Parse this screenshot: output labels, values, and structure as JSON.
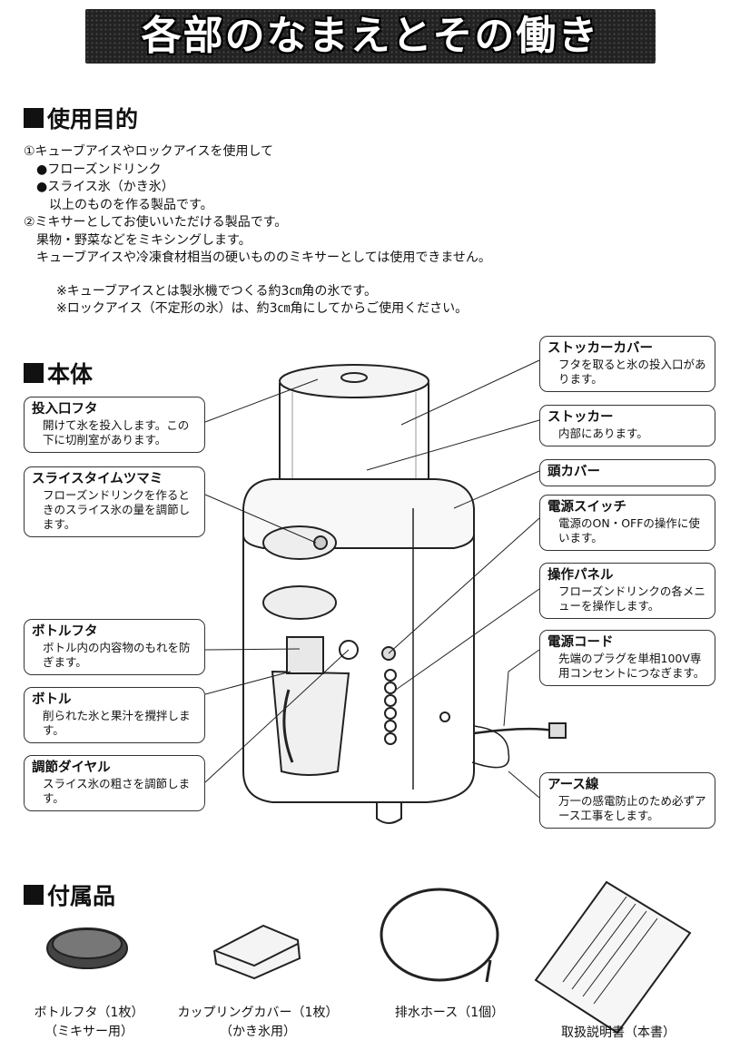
{
  "banner": {
    "title": "各部のなまえとその働き"
  },
  "purpose": {
    "heading": "使用目的",
    "lines": [
      "①キューブアイスやロックアイスを使用して",
      "●フローズンドリンク",
      "●スライス氷（かき氷）",
      "以上のものを作る製品です。",
      "②ミキサーとしてお使いいただける製品です。",
      "果物・野菜などをミキシングします。",
      "キューブアイスや冷凍食材相当の硬いもののミキサーとしては使用できません。",
      "※キューブアイスとは製氷機でつくる約3㎝角の氷です。",
      "※ロックアイス（不定形の氷）は、約3㎝角にしてからご使用ください。"
    ]
  },
  "body_section": {
    "heading": "本体",
    "left": [
      {
        "title": "投入口フタ",
        "desc": "開けて氷を投入します。この下に切削室があります。"
      },
      {
        "title": "スライスタイムツマミ",
        "desc": "フローズンドリンクを作るときのスライス氷の量を調節します。"
      },
      {
        "title": "ボトルフタ",
        "desc": "ボトル内の内容物のもれを防ぎます。"
      },
      {
        "title": "ボトル",
        "desc": "削られた氷と果汁を攪拌します。"
      },
      {
        "title": "調節ダイヤル",
        "desc": "スライス氷の粗さを調節します。"
      }
    ],
    "right": [
      {
        "title": "ストッカーカバー",
        "desc": "フタを取ると氷の投入口があります。"
      },
      {
        "title": "ストッカー",
        "desc": "内部にあります。"
      },
      {
        "title": "頭カバー",
        "desc": ""
      },
      {
        "title": "電源スイッチ",
        "desc": "電源のON・OFFの操作に使います。"
      },
      {
        "title": "操作パネル",
        "desc": "フローズンドリンクの各メニューを操作します。"
      },
      {
        "title": "電源コード",
        "desc": "先端のプラグを単相100V専用コンセントにつなぎます。"
      },
      {
        "title": "アース線",
        "desc": "万一の感電防止のため必ずアース工事をします。"
      }
    ]
  },
  "accessories": {
    "heading": "付属品",
    "items": [
      {
        "line1": "ボトルフタ（1枚）",
        "line2": "（ミキサー用）"
      },
      {
        "line1": "カップリングカバー（1枚）",
        "line2": "（かき氷用）"
      },
      {
        "line1": "排水ホース（1個）",
        "line2": ""
      },
      {
        "line1": "取扱説明書（本書）",
        "line2": ""
      }
    ]
  }
}
